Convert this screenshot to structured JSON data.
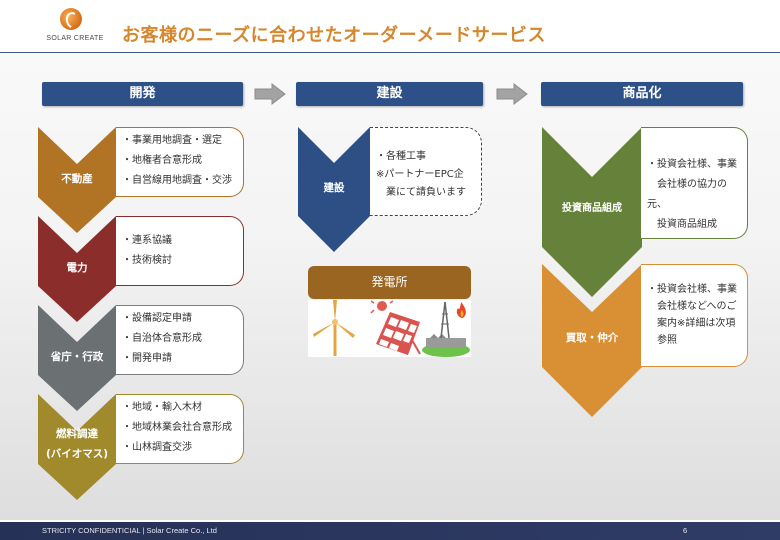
{
  "header": {
    "logo_text": "SOLAR CREATE",
    "title": "お客様のニーズに合わせたオーダーメードサービス"
  },
  "phases": [
    {
      "label": "開発"
    },
    {
      "label": "建設"
    },
    {
      "label": "商品化"
    }
  ],
  "development": [
    {
      "label": "不動産",
      "color": "#b07424",
      "border": "#b07424",
      "items": [
        "・事業用地調査・選定",
        "・地権者合意形成",
        "・自営線用地調査・交渉"
      ]
    },
    {
      "label": "電力",
      "color": "#8b2e2b",
      "border": "#8b2e2b",
      "items": [
        "・連系協議",
        "・技術検討"
      ]
    },
    {
      "label": "省庁・行政",
      "color": "#6b7073",
      "border": "#7a7f82",
      "items": [
        "・設備認定申請",
        "・自治体合意形成",
        "・開発申請"
      ]
    },
    {
      "label_line1": "燃料調達",
      "label_line2": "(バイオマス)",
      "color": "#a08a2c",
      "border": "#a08a2c",
      "items": [
        "・地域・輸入木材",
        "・地域林業会社合意形成",
        "・山林調査交渉"
      ]
    }
  ],
  "construction": {
    "label": "建設",
    "color": "#2d4f86",
    "items": [
      "・各種工事",
      "※パートナーEPC企",
      "　業にて請負います"
    ],
    "plant_label": "発電所",
    "plant_icons": [
      "wind-turbine-icon",
      "solar-panel-icon",
      "power-plant-icon"
    ]
  },
  "commercialization": [
    {
      "label": "投資商品組成",
      "color": "#66823a",
      "border": "#66823a",
      "items": [
        "・投資会社様、事業",
        "　会社様の協力の元、",
        "　投資商品組成"
      ]
    },
    {
      "label": "買取・仲介",
      "color": "#d98f33",
      "border": "#d98f33",
      "items": [
        "・投資会社様、事業",
        "　会社様などへのご",
        "　案内※詳細は次項",
        "　参照"
      ]
    }
  ],
  "footer": {
    "left": "STRICITY CONFIDENTICIAL  |  Solar Create Co., Ltd",
    "page": "6"
  }
}
